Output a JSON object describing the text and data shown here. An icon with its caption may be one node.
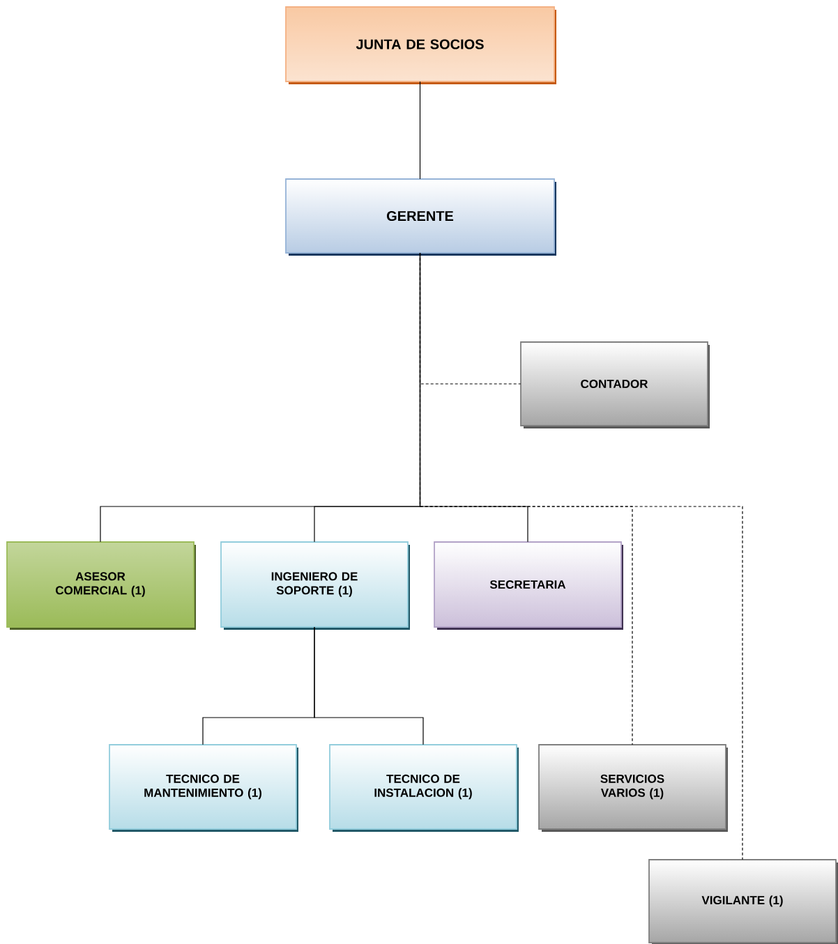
{
  "diagram": {
    "nodes": [
      {
        "text": [
          "JUNTA DE SOCIOS"
        ]
      },
      {
        "text": [
          "GERENTE"
        ]
      },
      {
        "text": [
          "CONTADOR"
        ]
      },
      {
        "text": [
          "ASESOR COMERCIAL (1)"
        ]
      },
      {
        "text": [
          "INGENIERO DE SOPORTE (1)"
        ]
      },
      {
        "text": [
          "SECRETARIA"
        ]
      },
      {
        "text": [
          "TECNICO DE MANTENIMIENTO (1)"
        ]
      },
      {
        "text": [
          "TECNICO DE INSTALACION (1)"
        ]
      },
      {
        "text": [
          "SERVICIOS VARIOS (1)"
        ]
      },
      {
        "text": [
          "VIGILANTE (1)"
        ]
      }
    ],
    "edges": [
      {
        "from": 0,
        "to": 1,
        "arrow": "none"
      },
      {
        "from": 1,
        "to": 2,
        "arrow": "none",
        "style": "dashed"
      },
      {
        "from": 1,
        "to": 3,
        "arrow": "none"
      },
      {
        "from": 1,
        "to": 4,
        "arrow": "none"
      },
      {
        "from": 1,
        "to": 5,
        "arrow": "none"
      },
      {
        "from": 1,
        "to": 8,
        "arrow": "none",
        "style": "dashed"
      },
      {
        "from": 1,
        "to": 9,
        "arrow": "none",
        "style": "dashed"
      },
      {
        "from": 4,
        "to": 6,
        "arrow": "none"
      },
      {
        "from": 4,
        "to": 7,
        "arrow": "none"
      }
    ]
  }
}
